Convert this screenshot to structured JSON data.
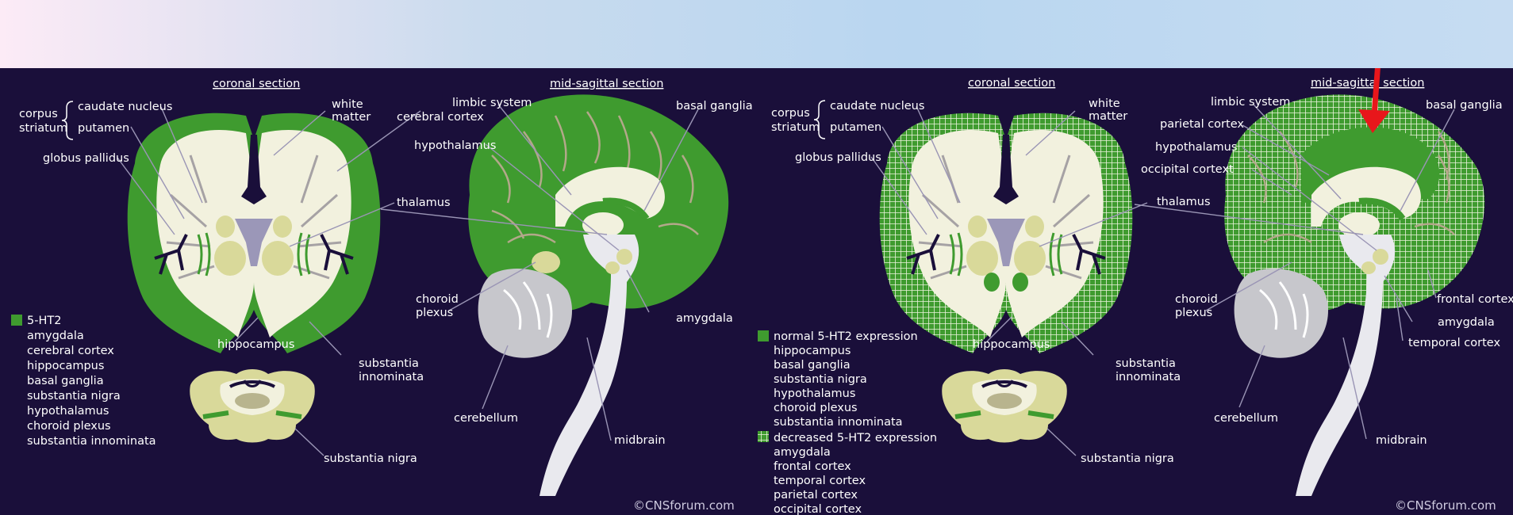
{
  "colors": {
    "background": "#1a0f3a",
    "normal_expression": "#3f9b2f",
    "tissue_light": "#f2f1de",
    "arrow": "#e8161b"
  },
  "left_panel": {
    "coronal_title": "coronal section",
    "sagittal_title": "mid-sagittal section",
    "labels": {
      "corpus": "corpus",
      "striatum": "striatum",
      "caudate_nucleus": "caudate nucleus",
      "putamen": "putamen",
      "globus_pallidus": "globus pallidus",
      "white_matter_1": "white",
      "white_matter_2": "matter",
      "cerebral_cortex": "cerebral cortex",
      "thalamus": "thalamus",
      "hippocampus": "hippocampus",
      "substantia_innominata_1": "substantia",
      "substantia_innominata_2": "innominata",
      "substantia_nigra": "substantia nigra",
      "limbic_system": "limbic system",
      "hypothalamus": "hypothalamus",
      "basal_ganglia": "basal ganglia",
      "choroid_plexus_1": "choroid",
      "choroid_plexus_2": "plexus",
      "amygdala": "amygdala",
      "cerebellum": "cerebellum",
      "midbrain": "midbrain"
    },
    "legend_title": "5-HT2",
    "legend_items": [
      "amygdala",
      "cerebral cortex",
      "hippocampus",
      "basal ganglia",
      "substantia nigra",
      "hypothalamus",
      "choroid plexus",
      "substantia innominata"
    ],
    "copyright": "©CNSforum.com"
  },
  "right_panel": {
    "coronal_title": "coronal section",
    "sagittal_title": "mid-sagittal section",
    "labels": {
      "corpus": "corpus",
      "striatum": "striatum",
      "caudate_nucleus": "caudate nucleus",
      "putamen": "putamen",
      "globus_pallidus": "globus pallidus",
      "white_matter_1": "white",
      "white_matter_2": "matter",
      "thalamus": "thalamus",
      "hippocampus": "hippocampus",
      "substantia_innominata_1": "substantia",
      "substantia_innominata_2": "innominata",
      "substantia_nigra": "substantia nigra",
      "limbic_system": "limbic system",
      "parietal_cortex": "parietal cortex",
      "hypothalamus": "hypothalamus",
      "occipital_cortex": "occipital cortext",
      "basal_ganglia": "basal ganglia",
      "choroid_plexus_1": "choroid",
      "choroid_plexus_2": "plexus",
      "frontal_cortex": "frontal cortex",
      "amygdala": "amygdala",
      "temporal_cortex": "temporal cortex",
      "cerebellum": "cerebellum",
      "midbrain": "midbrain"
    },
    "legend_normal_title": "normal 5-HT2 expression",
    "legend_normal_items": [
      "hippocampus",
      "basal ganglia",
      "substantia nigra",
      "hypothalamus",
      "choroid plexus",
      "substantia innominata"
    ],
    "legend_decreased_title": "decreased 5-HT2 expression",
    "legend_decreased_items": [
      "amygdala",
      "frontal cortex",
      "temporal cortex",
      "parietal cortex",
      "occipital cortex"
    ],
    "copyright": "©CNSforum.com"
  }
}
